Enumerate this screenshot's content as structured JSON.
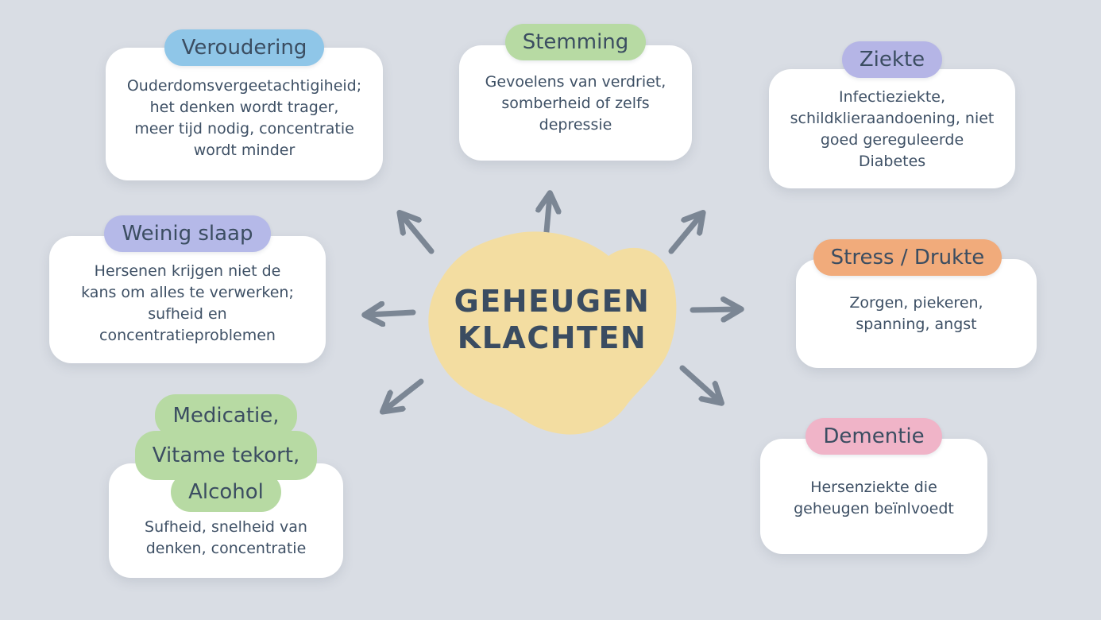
{
  "colors": {
    "background": "#d9dde4",
    "arrow": "#7b8694",
    "center_blob": "#f3dda1",
    "card_bg": "#ffffff",
    "heading_text": "#3b4d61",
    "body_text": "#3e5065"
  },
  "center": {
    "title": "GEHEUGEN\nKLACHTEN"
  },
  "nodes": [
    {
      "id": "veroudering",
      "label": "Veroudering",
      "label_color": "#8fc6e8",
      "body": "Ouderdomsvergeetachtigiheid;\nhet denken wordt trager,\nmeer tijd nodig, concentratie\nwordt minder"
    },
    {
      "id": "stemming",
      "label": "Stemming",
      "label_color": "#b7daa3",
      "body": "Gevoelens van verdriet,\nsomberheid of zelfs\ndepressie"
    },
    {
      "id": "ziekte",
      "label": "Ziekte",
      "label_color": "#b5b5e6",
      "body": "Infectieziekte,\nschildklieraandoening, niet\ngoed gereguleerde\nDiabetes"
    },
    {
      "id": "weinig-slaap",
      "label": "Weinig slaap",
      "label_color": "#b5b9e8",
      "body": "Hersenen krijgen niet de\nkans om alles te verwerken;\nsufheid en\nconcentratieproblemen"
    },
    {
      "id": "stress-drukte",
      "label": "Stress / Drukte",
      "label_color": "#f1ab7b",
      "body": "Zorgen, piekeren,\nspanning, angst"
    },
    {
      "id": "medicatie",
      "label_lines": [
        "Medicatie,",
        "Vitame tekort,",
        "Alcohol"
      ],
      "label_color": "#b7daa3",
      "body": "Sufheid, snelheid van\ndenken, concentratie"
    },
    {
      "id": "dementie",
      "label": "Dementie",
      "label_color": "#f0b4c8",
      "body": "Hersenziekte die\ngeheugen beïnlvoedt"
    }
  ]
}
